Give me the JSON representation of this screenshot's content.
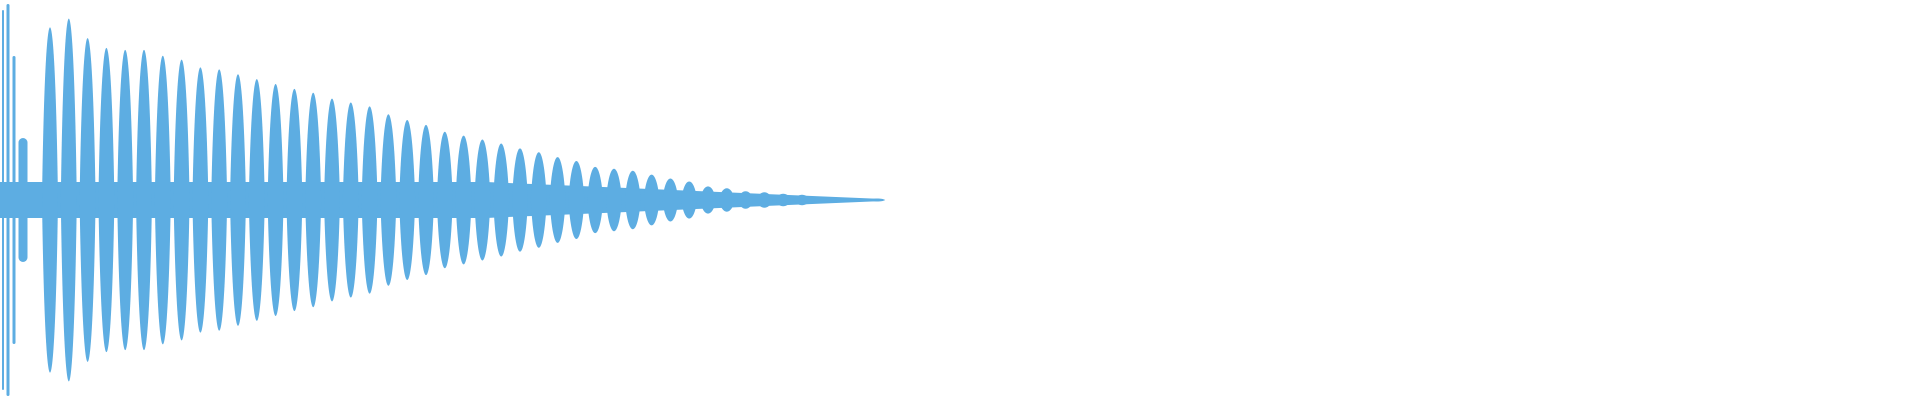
{
  "chart_data": {
    "type": "area",
    "title": "",
    "xlabel": "",
    "ylabel": "",
    "ylim": [
      -1,
      1
    ],
    "grid": false,
    "color": "#5dade2",
    "onset_spikes": [
      0.95,
      0.98,
      0.72,
      0.31
    ],
    "carrier_floor": 0.09,
    "lobe_peaks": [
      0.885,
      0.93,
      0.83,
      0.78,
      0.77,
      0.77,
      0.74,
      0.72,
      0.68,
      0.67,
      0.645,
      0.62,
      0.595,
      0.57,
      0.55,
      0.52,
      0.5,
      0.48,
      0.44,
      0.41,
      0.385,
      0.35,
      0.33,
      0.31,
      0.29,
      0.265,
      0.245,
      0.22,
      0.2,
      0.17,
      0.16,
      0.15,
      0.13,
      0.11,
      0.095,
      0.07,
      0.06,
      0.045,
      0.04,
      0.032,
      0.027,
      0.015,
      0.012,
      0.007,
      0.005
    ]
  }
}
